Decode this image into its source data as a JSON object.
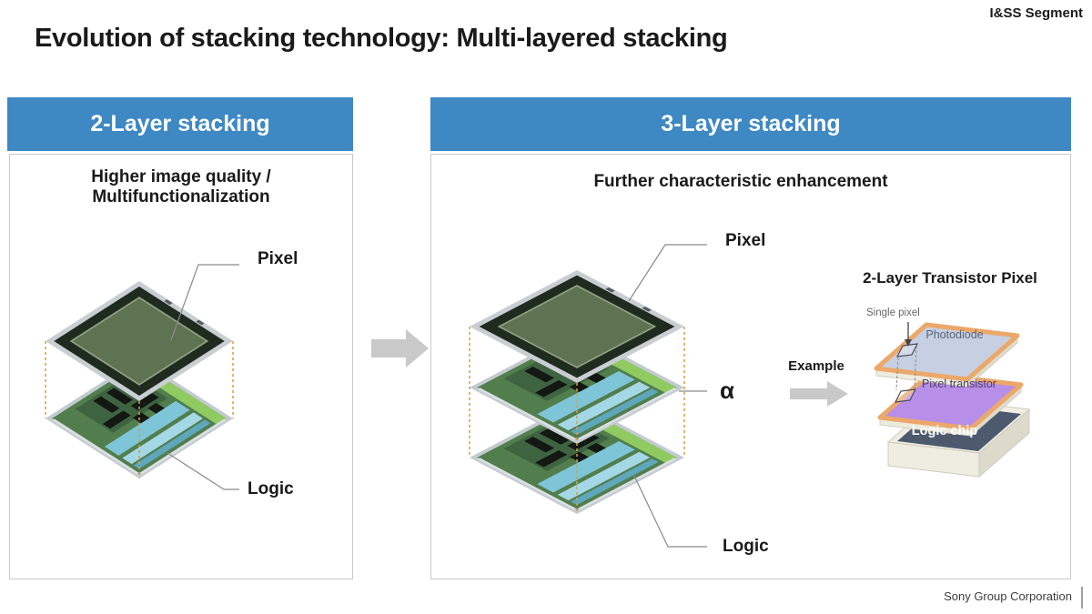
{
  "slide": {
    "segment_label": "I&SS Segment",
    "title": "Evolution of stacking technology: Multi-layered stacking",
    "footer": "Sony Group Corporation"
  },
  "two_layer": {
    "header": "2-Layer stacking",
    "subtitle_line1": "Higher image quality /",
    "subtitle_line2": "Multifunctionalization",
    "pixel_label": "Pixel",
    "logic_label": "Logic"
  },
  "three_layer": {
    "header": "3-Layer stacking",
    "subtitle": "Further characteristic enhancement",
    "pixel_label": "Pixel",
    "alpha_label": "α",
    "logic_label": "Logic",
    "example": {
      "label": "Example",
      "title": "2-Layer Transistor Pixel",
      "single_pixel_label": "Single pixel",
      "layers": [
        "Photodiode",
        "Pixel transistor",
        "Logic chip"
      ]
    }
  },
  "colors": {
    "header_blue": "#3E88C4",
    "guide_orange": "#DA9E44",
    "frame_orange": "#EBA869",
    "photodiode_fill": "#C7D0E2",
    "pixel_transistor_fill": "#B88FE8",
    "logic_chip_fill": "#4D5A6E",
    "arrow_gray": "#C9C9C9"
  }
}
